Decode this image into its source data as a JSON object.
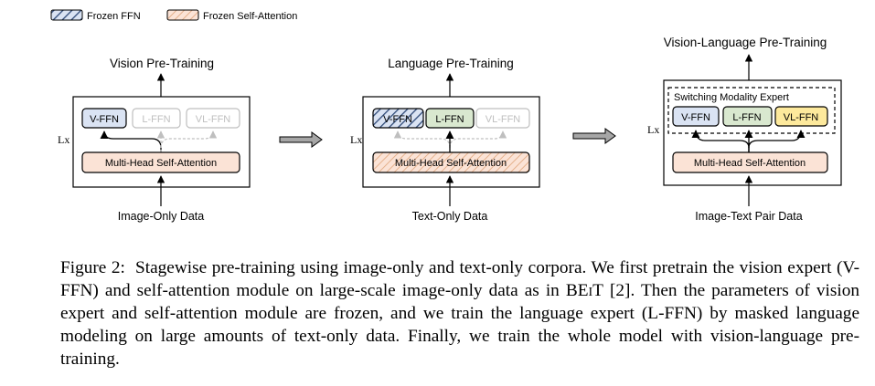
{
  "legend": {
    "frozen_ffn": "Frozen FFN",
    "frozen_attention": "Frozen Self-Attention"
  },
  "panels": [
    {
      "title": "Vision Pre-Training",
      "input": "Image-Only Data",
      "layers": "Lx",
      "attention": "Multi-Head Self-Attention",
      "experts": [
        "V-FFN",
        "L-FFN",
        "VL-FFN"
      ]
    },
    {
      "title": "Language Pre-Training",
      "input": "Text-Only Data",
      "layers": "Lx",
      "attention": "Multi-Head Self-Attention",
      "experts": [
        "V-FFN",
        "L-FFN",
        "VL-FFN"
      ]
    },
    {
      "title": "Vision-Language Pre-Training",
      "input": "Image-Text Pair Data",
      "layers": "Lx",
      "attention": "Multi-Head Self-Attention",
      "switching": "Switching Modality Expert",
      "experts": [
        "V-FFN",
        "L-FFN",
        "VL-FFN"
      ]
    }
  ],
  "colors": {
    "v_ffn": "#dae3f3",
    "l_ffn": "#d9e8cf",
    "vl_ffn": "#fde99c",
    "attention": "#fbe3d6",
    "frozen_ffn_hatch": "#2f4a78",
    "frozen_attn_hatch": "#e0a67c",
    "inactive": "#bfbfbf"
  },
  "caption": {
    "label": "Figure 2:",
    "text_a": "Stagewise pre-training using image-only and text-only corpora. We first pretrain the vision expert (V-FFN) and self-attention module on large-scale image-only data as in",
    "beit": "BEiT",
    "text_b": "[2]. Then the parameters of vision expert and self-attention module are frozen, and we train the language expert (L-FFN) by masked language modeling on large amounts of text-only data. Finally, we train the whole model with vision-language pre-training."
  }
}
